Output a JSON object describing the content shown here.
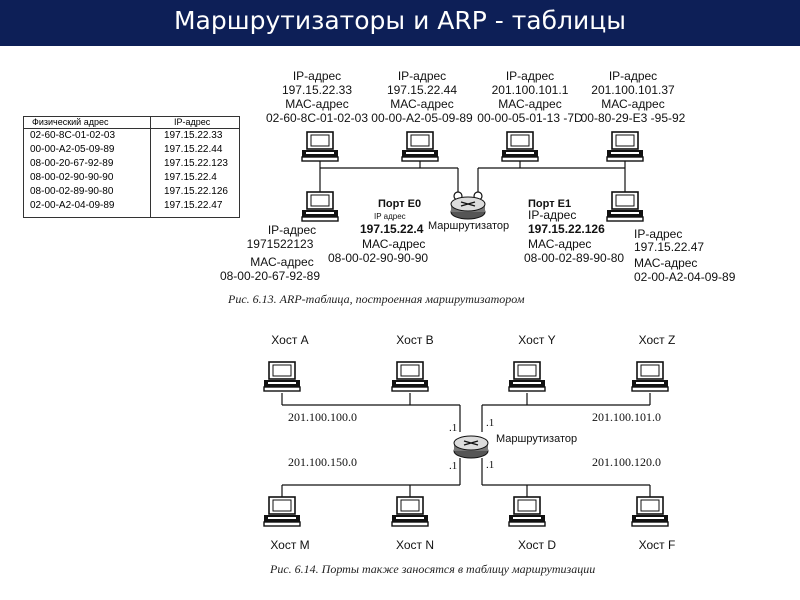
{
  "title": "Маршрутизаторы и ARP - таблицы",
  "arp_table": {
    "headers": [
      "Физический адрес",
      "IP-адрес"
    ],
    "rows": [
      [
        "02-60-8C-01-02-03",
        "197.15.22.33"
      ],
      [
        "00-00-A2-05-09-89",
        "197.15.22.44"
      ],
      [
        "08-00-20-67-92-89",
        "197.15.22.123"
      ],
      [
        "08-00-02-90-90-90",
        "197.15.22.4"
      ],
      [
        "08-00-02-89-90-80",
        "197.15.22.126"
      ],
      [
        "02-00-A2-04-09-89",
        "197.15.22.47"
      ]
    ]
  },
  "fig1": {
    "top_hosts": [
      {
        "ip_label": "IP-адрес",
        "ip": "197.15.22.33",
        "mac_label": "МАС-адрес",
        "mac": "02-60-8C-01-02-03"
      },
      {
        "ip_label": "IP-адрес",
        "ip": "197.15.22.44",
        "mac_label": "МАС-адрес",
        "mac": "00-00-A2-05-09-89"
      },
      {
        "ip_label": "IP-адрес",
        "ip": "201.100.101.1",
        "mac_label": "МАС-адрес",
        "mac": "00-00-05-01-13 -7D"
      },
      {
        "ip_label": "IP-адрес",
        "ip": "201.100.101.37",
        "mac_label": "МАС-адрес",
        "mac": "00-80-29-E3 -95-92"
      }
    ],
    "bottom_left_host": {
      "ip_label": "IP-адрес",
      "ip": "1971522123",
      "mac_label": "МАС-адрес",
      "mac": "08-00-20-67-92-89"
    },
    "bottom_right_host": {
      "ip_label": "IP-адрес",
      "ip": "197.15.22.47",
      "mac_label": "МАС-адрес",
      "mac": "02-00-A2-04-09-89"
    },
    "port_e0": {
      "name": "Порт E0",
      "ip_label": "IP адрес",
      "ip": "197.15.22.4",
      "mac_label": "МАС-адрес",
      "mac": "08-00-02-90-90-90"
    },
    "port_e1": {
      "name": "Порт E1",
      "ip_label": "IP-адрес",
      "ip": "197.15.22.126",
      "mac_label": "МАС-адрес",
      "mac": "08-00-02-89-90-80"
    },
    "router_label": "Маршрутизатор",
    "caption": "Рис. 6.13. ARP-таблица, построенная маршрутизатором"
  },
  "fig2": {
    "hosts_top": [
      "Хост A",
      "Хост B",
      "Хост Y",
      "Хост Z"
    ],
    "hosts_bottom": [
      "Хост M",
      "Хост N",
      "Хост D",
      "Хост F"
    ],
    "nets": [
      "201.100.100.0",
      "201.100.101.0",
      "201.100.150.0",
      "201.100.120.0"
    ],
    "port_labels": [
      ".1",
      ".1",
      ".1",
      ".1"
    ],
    "router_label": "Маршрутизатор",
    "caption": "Рис. 6.14. Порты также заносятся в таблицу маршрутизации"
  }
}
